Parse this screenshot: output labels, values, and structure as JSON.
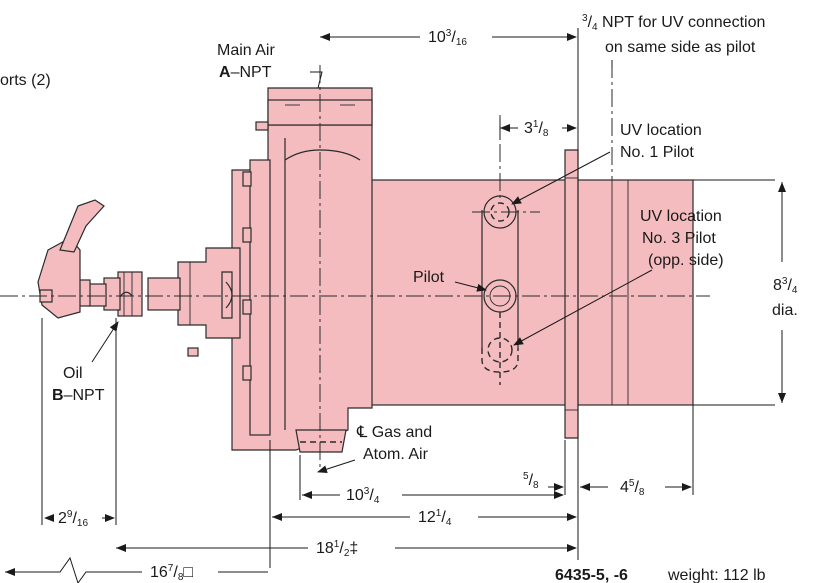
{
  "labels": {
    "ports": "orts (2)",
    "main_air": "Main Air",
    "main_air_port": "A",
    "main_air_npt": "–NPT",
    "uv_conn_frac": "3/4",
    "uv_conn_line1": " NPT for UV connection",
    "uv_conn_line2": "on same side as pilot",
    "uv1_line1": "UV location",
    "uv1_line2": "No. 1 Pilot",
    "uv3_line1": "UV location",
    "uv3_line2": "No. 3 Pilot",
    "uv3_line3": "(opp. side)",
    "pilot": "Pilot",
    "oil": "Oil",
    "oil_port": "B",
    "oil_npt": "–NPT",
    "gas_line1": "℄ Gas and",
    "gas_line2": "Atom. Air",
    "dia_value_whole": "8",
    "dia_value_frac": "3/4",
    "dia_unit": "dia.",
    "model": "6435-5, -6",
    "weight": "weight: 112 lb"
  },
  "dimensions": {
    "d_top_whole": "10",
    "d_top_num": "3",
    "d_top_den": "16",
    "d_pilot_whole": "3",
    "d_pilot_num": "1",
    "d_pilot_den": "8",
    "d_flange_num": "5",
    "d_flange_den": "8",
    "d_ext_whole": "4",
    "d_ext_num": "5",
    "d_ext_den": "8",
    "d_oil_whole": "2",
    "d_oil_num": "9",
    "d_oil_den": "16",
    "d_a_whole": "10",
    "d_a_num": "3",
    "d_a_den": "4",
    "d_b_whole": "12",
    "d_b_num": "1",
    "d_b_den": "4",
    "d_c_whole": "18",
    "d_c_num": "1",
    "d_c_den": "2",
    "d_c_mark": "‡",
    "d_d_whole": "16",
    "d_d_num": "7",
    "d_d_den": "8",
    "d_d_mark": "□"
  }
}
